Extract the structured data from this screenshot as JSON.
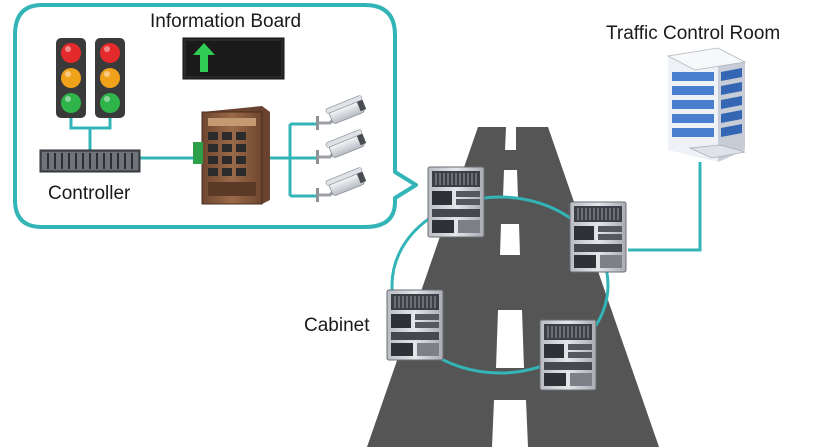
{
  "labels": {
    "information_board": "Information Board",
    "controller": "Controller",
    "traffic_control_room": "Traffic Control Room",
    "cabinet": "Cabinet"
  },
  "colors": {
    "link": "#33b5b8",
    "road": "#555555",
    "road_marking": "#ffffff",
    "board_arrow": "#2ecc55",
    "switch_body": "#8a5a3a",
    "light_red": "#e42a2a",
    "light_amber": "#f0a21a",
    "light_green": "#2fb449",
    "building_glass": "#4a7fd0"
  },
  "icons": [
    "traffic-light-icon",
    "information-board-icon",
    "industrial-switch-icon",
    "cctv-camera-icon",
    "controller-icon",
    "building-icon",
    "cabinet-icon"
  ]
}
